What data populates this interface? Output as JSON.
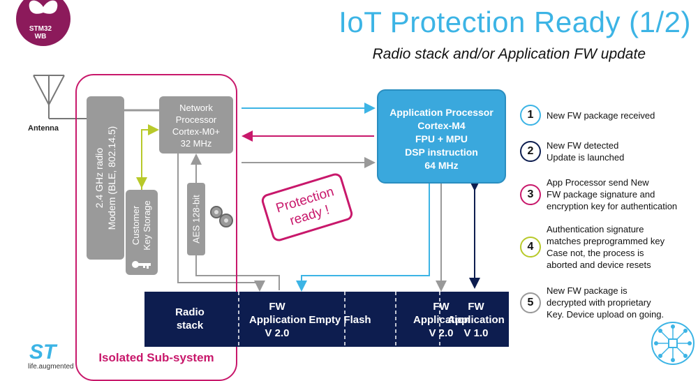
{
  "title": "IoT Protection Ready (1/2)",
  "subtitle": "Radio stack and/or Application FW update",
  "logo": {
    "line1": "STM32",
    "line2": "WB"
  },
  "antenna_label": "Antenna",
  "radio_box": {
    "line1": "2.4 GHz radio",
    "line2": "Modem (BLE, 802.14.5)"
  },
  "network_processor": {
    "lines": [
      "Network",
      "Processor",
      "Cortex-M0+",
      "32 MHz"
    ]
  },
  "customer_key": {
    "line1": "Customer",
    "line2": "Key Storage"
  },
  "aes": "AES 128-bit",
  "app_processor": {
    "lines": [
      "Application Processor",
      "Cortex-M4",
      "FPU + MPU",
      "DSP instruction",
      "64 MHz"
    ]
  },
  "protection": {
    "line1": "Protection",
    "line2": "ready !"
  },
  "isolated_label": "Isolated Sub-system",
  "flash": {
    "radio_stack": {
      "line1": "Radio",
      "line2": "stack"
    },
    "fw_app_new": {
      "line1": "FW",
      "line2": "Application",
      "line3": "V 2.0"
    },
    "empty_flash": "Empty Flash",
    "fw_app_copy": {
      "line1": "FW",
      "line2": "Application",
      "line3": "V 2.0"
    },
    "fw_app_old": {
      "line1": "FW",
      "line2": "Application",
      "line3": "V 1.0"
    }
  },
  "steps": [
    {
      "num": "1",
      "text": [
        "New FW package received"
      ],
      "color": "#3cb4e5"
    },
    {
      "num": "2",
      "text": [
        "New FW detected",
        "Update is launched"
      ],
      "color": "#0d1d4f"
    },
    {
      "num": "3",
      "text": [
        "App Processor send New",
        "FW package signature and",
        "encryption key for authentication"
      ],
      "color": "#c8186b"
    },
    {
      "num": "4",
      "text": [
        "Authentication signature",
        "matches preprogrammed key",
        "Case not, the process is",
        "aborted and device resets"
      ],
      "color": "#b8c92a"
    },
    {
      "num": "5",
      "text": [
        "New FW package is",
        "decrypted with proprietary",
        "Key. Device upload on going."
      ],
      "color": "#999999"
    }
  ],
  "st_brand": {
    "logo": "ST",
    "tagline": "life.augmented"
  },
  "colors": {
    "accent": "#3cb4e5",
    "magenta": "#c8186b",
    "navy": "#0d1d4f",
    "gray": "#9a9a9a",
    "lime": "#b8c92a"
  }
}
